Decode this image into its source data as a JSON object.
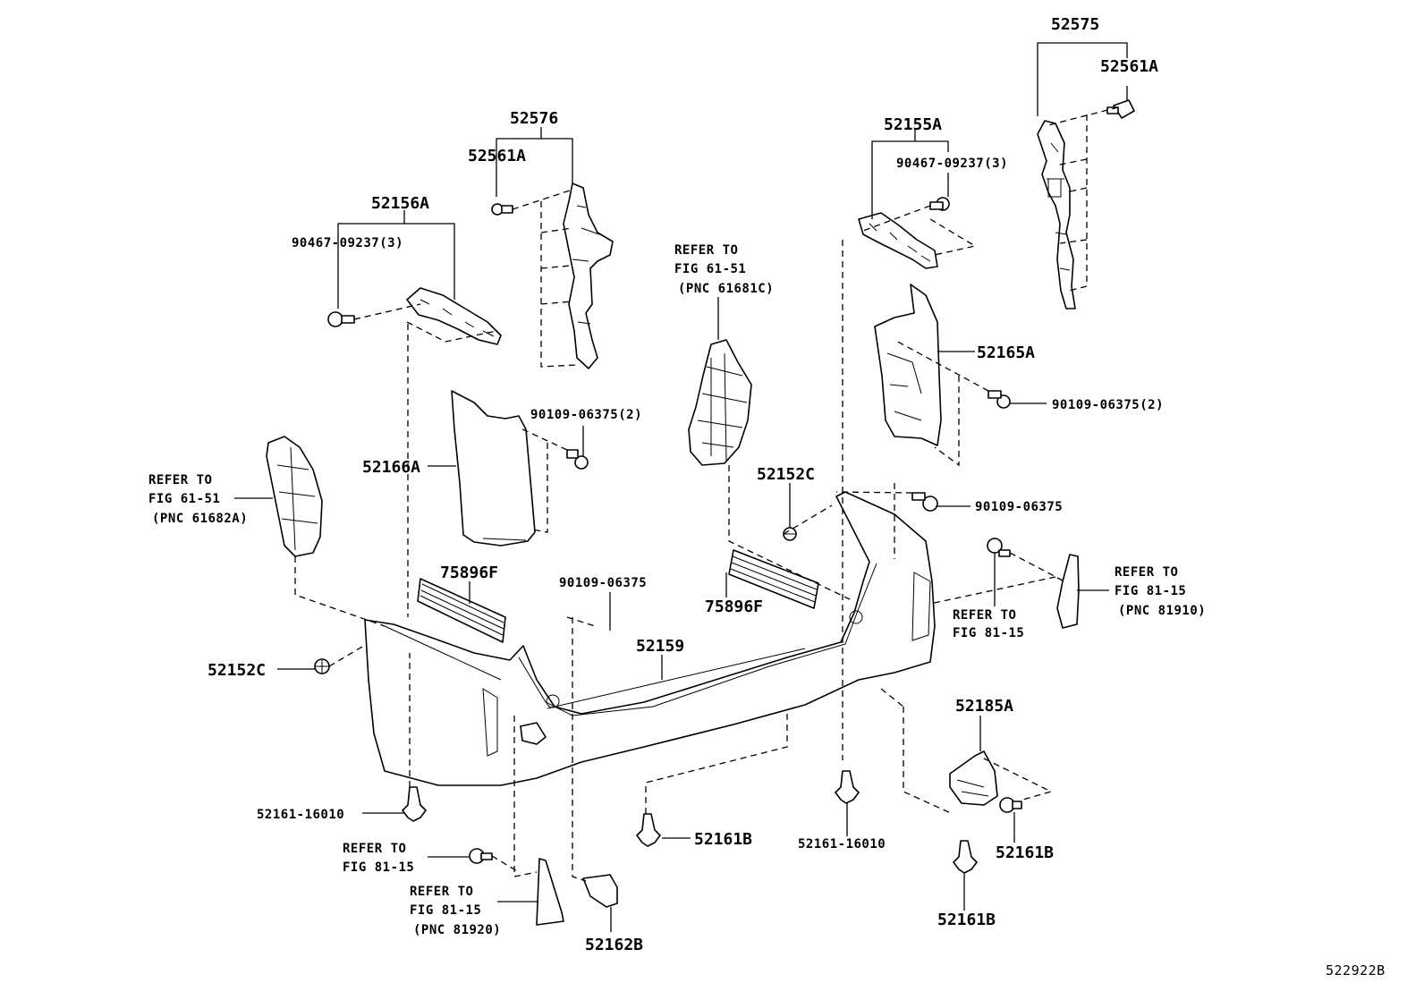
{
  "diagram_id": "522922B",
  "labels": {
    "p52575": "52575",
    "p52561A_right": "52561A",
    "p52576": "52576",
    "p52561A_left": "52561A",
    "p52155A": "52155A",
    "p90467_right": "90467-09237(3)",
    "p52156A": "52156A",
    "p90467_left": "90467-09237(3)",
    "refer_6151_center_1": "REFER TO",
    "refer_6151_center_2": "FIG 61-51",
    "refer_6151_center_3": "(PNC 61681C)",
    "p52165A": "52165A",
    "p90109_2_right": "90109-06375(2)",
    "p90109_2_center": "90109-06375(2)",
    "p52166A": "52166A",
    "refer_6151_left_1": "REFER TO",
    "refer_6151_left_2": "FIG 61-51",
    "refer_6151_left_3": "(PNC 61682A)",
    "p52152C_right": "52152C",
    "p90109_right": "90109-06375",
    "refer_8115_right_1": "REFER TO",
    "refer_8115_right_2": "FIG 81-15",
    "refer_8115_right_3": "(PNC 81910)",
    "refer_8115_mid_1": "REFER TO",
    "refer_8115_mid_2": "FIG 81-15",
    "p75896F_left": "75896F",
    "p75896F_right": "75896F",
    "p90109_center": "90109-06375",
    "p52159": "52159",
    "p52152C_left": "52152C",
    "p52185A": "52185A",
    "p52161_16010_left": "52161-16010",
    "p52161_16010_right": "52161-16010",
    "p52161B_center": "52161B",
    "p52161B_right": "52161B",
    "p52161B_bottom": "52161B",
    "refer_8115_left_1": "REFER TO",
    "refer_8115_left_2": "FIG 81-15",
    "refer_8115_bottom_1": "REFER TO",
    "refer_8115_bottom_2": "FIG 81-15",
    "refer_8115_bottom_3": "(PNC 81920)",
    "p52162B": "52162B"
  }
}
